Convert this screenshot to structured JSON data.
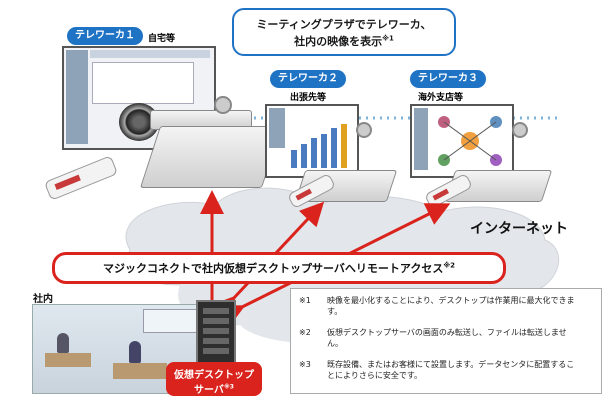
{
  "colors": {
    "accent_blue": "#1f73c4",
    "accent_red": "#d9231c",
    "cloud": "#e3e6ea"
  },
  "callout_top": {
    "line1": "ミーティングプラザでテレワーカ、",
    "line2": "社内の映像を表示",
    "mark": "※1"
  },
  "teleworkers": [
    {
      "label": "テレワーカ１",
      "location": "自宅等"
    },
    {
      "label": "テレワーカ２",
      "location": "出張先等"
    },
    {
      "label": "テレワーカ３",
      "location": "海外支店等"
    }
  ],
  "internet_label": "インターネット",
  "banner": {
    "text": "マジックコネクトで社内仮想デスクトップサーバへリモートアクセス",
    "mark": "※2"
  },
  "office_label": "社内",
  "server_label": {
    "line1": "仮想デスクトップ",
    "line2": "サーバ",
    "mark": "※3"
  },
  "notes": [
    {
      "mark": "※1",
      "text": "映像を最小化することにより、デスクトップは作業用に最大化できます。"
    },
    {
      "mark": "※2",
      "text": "仮想デスクトップサーバの画面のみ転送し、ファイルは転送しません。"
    },
    {
      "mark": "※3",
      "text": "既存設備、またはお客様にて設置します。データセンタに配置することによりさらに安全です。"
    }
  ],
  "icons": [
    "usb-stick-icon",
    "camera-icon",
    "server-rack-icon",
    "laptop-icon"
  ]
}
